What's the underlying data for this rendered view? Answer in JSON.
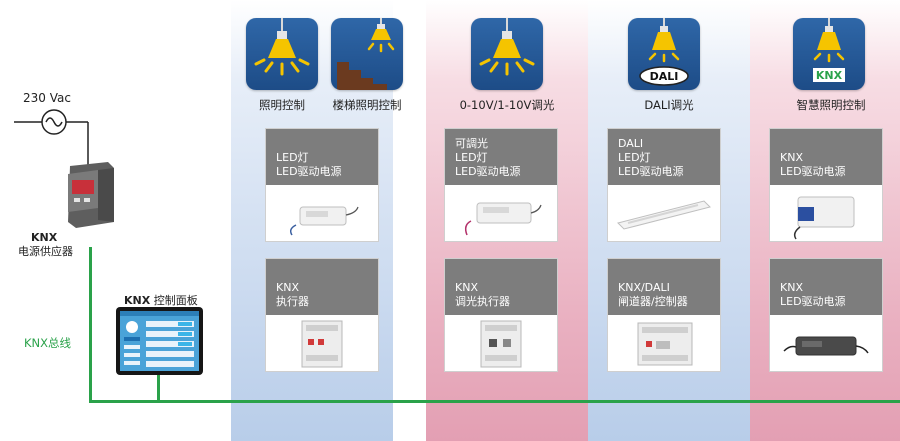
{
  "source": {
    "voltage_label": "230 Vac",
    "psu_title": "KNX",
    "psu_subtitle": "电源供应器"
  },
  "bus": {
    "label": "KNX总线",
    "color": "#2aa24a"
  },
  "panel": {
    "title_bold": "KNX",
    "title_rest": " 控制面板"
  },
  "columns": [
    {
      "label_a": "照明控制",
      "label_b": "楼梯照明控制",
      "theme": "blue"
    },
    {
      "label": "0-10V/1-10V调光",
      "theme": "pink"
    },
    {
      "label": "DALI调光",
      "theme": "blue",
      "badge": "DALI"
    },
    {
      "label": "智慧照明控制",
      "theme": "pink",
      "badge": "KNX"
    }
  ],
  "cards_top": [
    {
      "lines": [
        "LED灯",
        "LED驱动电源"
      ]
    },
    {
      "lines": [
        "可調光",
        "LED灯",
        "LED驱动电源"
      ]
    },
    {
      "lines": [
        "DALI",
        "LED灯",
        "LED驱动电源"
      ]
    },
    {
      "lines": [
        "KNX",
        "LED驱动电源"
      ]
    }
  ],
  "cards_bottom": [
    {
      "lines": [
        "KNX",
        "执行器"
      ]
    },
    {
      "lines": [
        "KNX",
        "调光执行器"
      ]
    },
    {
      "lines": [
        "KNX/DALI",
        "闸道器/控制器"
      ]
    },
    {
      "lines": [
        "KNX",
        "LED驱动电源"
      ]
    }
  ],
  "colors": {
    "column_blue": "#c9d9ef",
    "column_pink": "#eab2c2",
    "card_header": "#7d7d7d",
    "icon_bg": "#1d4c87",
    "lamp_yellow": "#f5c400"
  }
}
